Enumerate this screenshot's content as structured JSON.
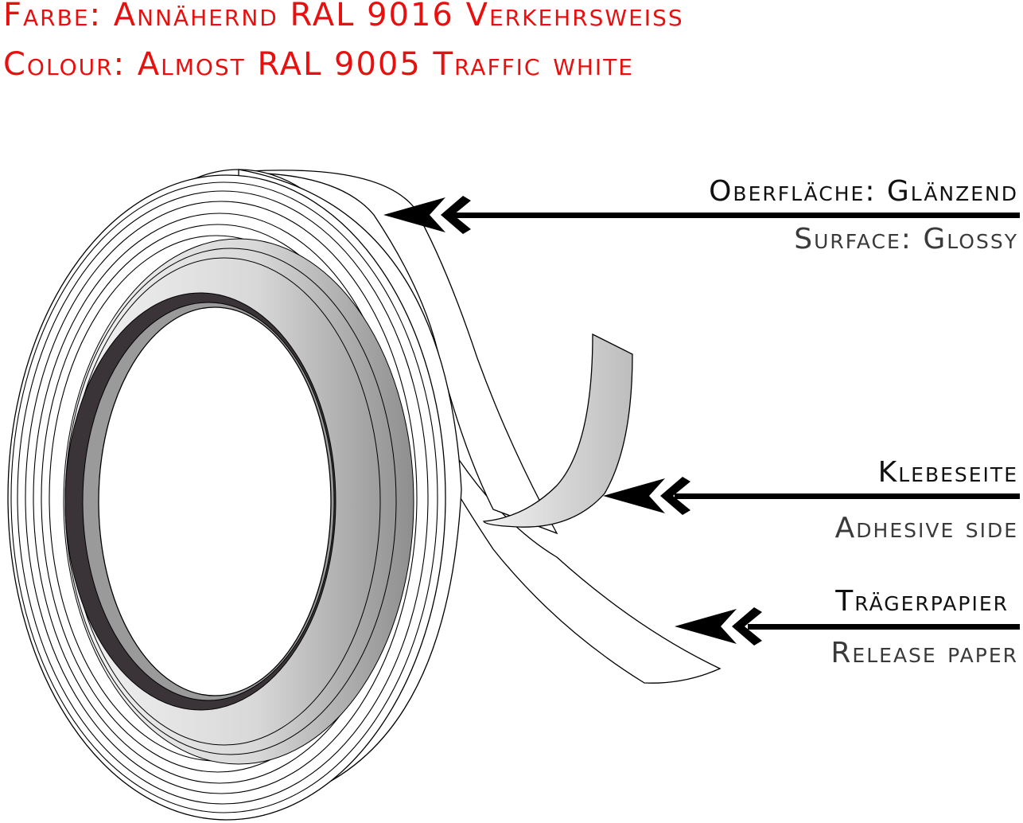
{
  "header": {
    "line_de": "Farbe: Annähernd RAL 9016 Verkehrsweiss",
    "line_en": "Colour: Almost RAL 9005 Traffic white",
    "color": "#e8100f"
  },
  "labels": {
    "surface_de": "Oberfläche: Glänzend",
    "surface_en": "Surface: Glossy",
    "adhesive_de": "Klebeseite",
    "adhesive_en": "Adhesive side",
    "release_de": "Trägerpapier",
    "release_en": "Release paper"
  },
  "colors": {
    "arrow": "#000000",
    "roll_shade": "#9a9a9a",
    "core": "#3a3438"
  }
}
